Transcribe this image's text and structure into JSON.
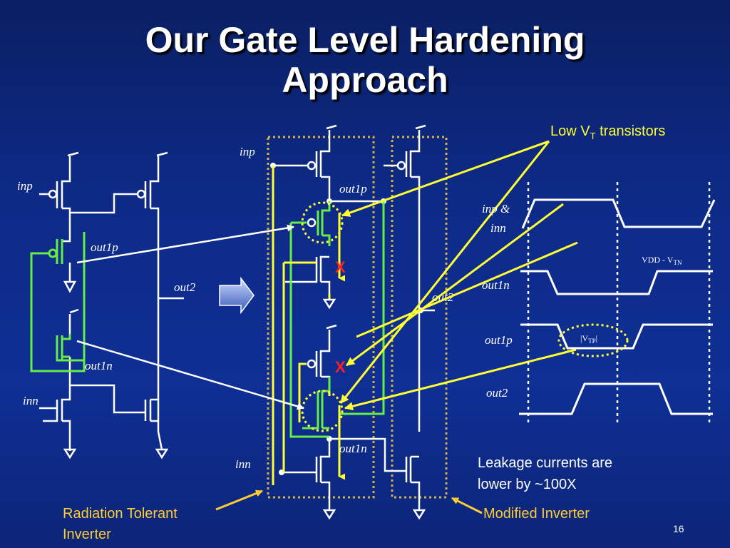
{
  "title": {
    "line1": "Our Gate Level Hardening",
    "line2": "Approach"
  },
  "left_circuit": {
    "inp": "inp",
    "inn": "inn",
    "out1p": "out1p",
    "out1n": "out1n",
    "out2": "out2"
  },
  "mid_circuit": {
    "inp": "inp",
    "inn": "inn",
    "out1p": "out1p",
    "out1n": "out1n",
    "out2": "out2",
    "mark1": "X",
    "mark2": "X"
  },
  "waveforms": {
    "inp_inn": [
      "inp &",
      "inn"
    ],
    "out1n": "out1n",
    "out1p": "out1p",
    "out2": "out2",
    "vdd_vtn_main": "VDD - V",
    "vdd_vtn_sub": "TN",
    "vtp_open": "|V",
    "vtp_sub": "TP",
    "vtp_close": "|"
  },
  "annotations": {
    "low_vt_main": "Low V",
    "low_vt_sub": "T",
    "low_vt_rest": " transistors",
    "leakage": [
      "Leakage currents are",
      "lower by ~100X"
    ],
    "rad_tolerant": [
      "Radiation Tolerant",
      "Inverter"
    ],
    "modified": "Modified Inverter"
  },
  "page_number": "16",
  "colors": {
    "wire": "#ffffff",
    "green": "#66ee44",
    "yellow": "#ffff33",
    "orange": "#ffcc33",
    "red": "#ff2020",
    "dots": "#d4b24a"
  }
}
